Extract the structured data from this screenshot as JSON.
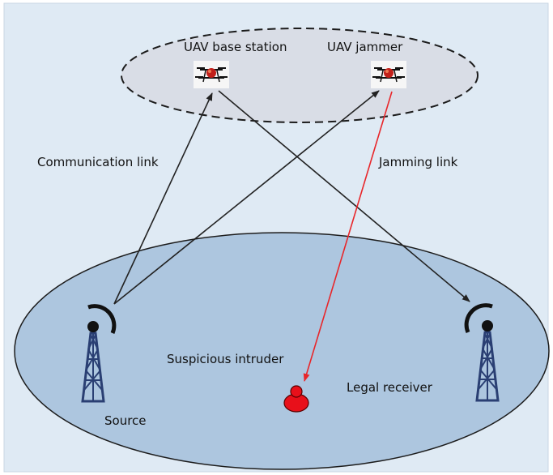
{
  "labels": {
    "uav_base_station": "UAV base station",
    "uav_jammer": "UAV jammer",
    "communication_link": "Communication link",
    "jamming_link": "Jamming link",
    "suspicious_intruder": "Suspicious intruder",
    "legal_receiver": "Legal receiver",
    "source": "Source"
  },
  "colors": {
    "panel_background": "#dfeaf4",
    "ground_ellipse": "#adc6df",
    "sky_ellipse": "#d9dde6",
    "tower": "#2a3f73",
    "intruder": "#e8101a",
    "jamming_link": "#e8262a",
    "communication_link": "#222222"
  },
  "icons": [
    "uav-drone-icon",
    "tower-antenna-icon",
    "intruder-person-icon"
  ]
}
